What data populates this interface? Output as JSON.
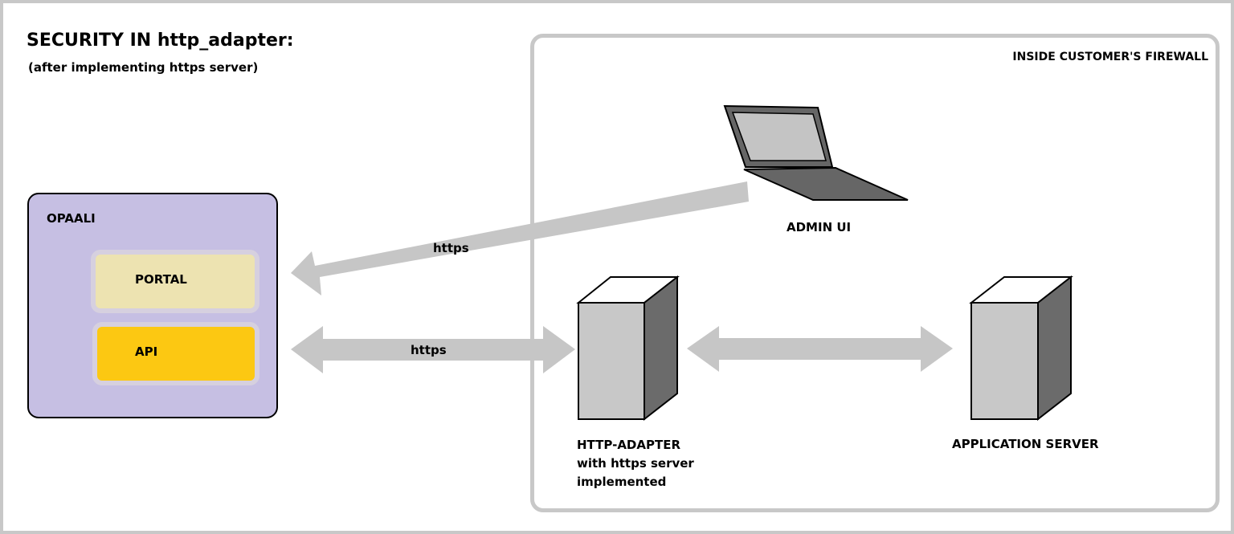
{
  "diagram": {
    "title": "SECURITY IN http_adapter:",
    "subtitle": "(after implementing https server)",
    "firewall_label": "INSIDE CUSTOMER'S FIREWALL",
    "opaali": {
      "label": "OPAALI",
      "portal_label": "PORTAL",
      "api_label": "API"
    },
    "admin_ui_label": "ADMIN UI",
    "http_adapter_lines": [
      "HTTP-ADAPTER",
      "with https server",
      "implemented"
    ],
    "application_server_label": "APPLICATION SERVER",
    "connections": {
      "admin_to_portal": "https",
      "api_to_adapter": "https"
    },
    "colors": {
      "opaali_fill": "#c6bfe3",
      "portal_fill": "#ede3b1",
      "api_fill": "#fcc812",
      "arrow": "#c6c6c6",
      "server_front": "#c8c8c8",
      "server_side": "#6b6b6b",
      "firewall_border": "#c8c8c8"
    }
  }
}
